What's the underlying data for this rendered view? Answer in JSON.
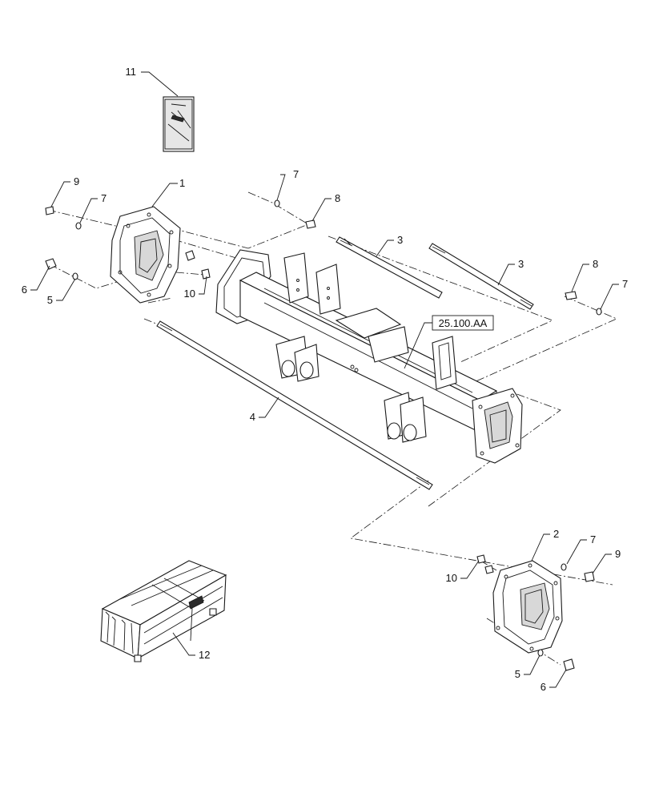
{
  "callouts": {
    "c1": "1",
    "c2": "2",
    "c3a": "3",
    "c3b": "3",
    "c4": "4",
    "c5a": "5",
    "c5b": "5",
    "c6a": "6",
    "c6b": "6",
    "c7a": "7",
    "c7b": "7",
    "c7c": "7",
    "c7d": "7",
    "c8a": "8",
    "c8b": "8",
    "c9a": "9",
    "c9b": "9",
    "c10a": "10",
    "c10b": "10",
    "c11": "11",
    "c12": "12"
  },
  "reference": {
    "section_ref": "25.100.AA"
  },
  "icons": {
    "manual": "manual-booklet-icon",
    "crate": "shipping-crate-icon",
    "crate_logo": "CNA"
  }
}
